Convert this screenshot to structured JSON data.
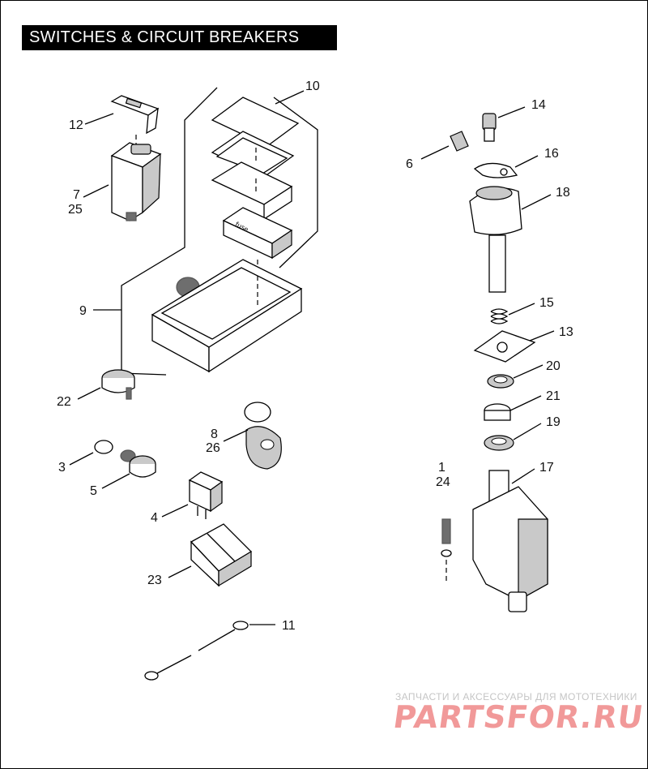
{
  "title": "SWITCHES & CIRCUIT BREAKERS",
  "callouts": [
    {
      "id": "c10",
      "label": "10"
    },
    {
      "id": "c12",
      "label": "12"
    },
    {
      "id": "c7",
      "label": "7"
    },
    {
      "id": "c25",
      "label": "25"
    },
    {
      "id": "c9",
      "label": "9"
    },
    {
      "id": "c22",
      "label": "22"
    },
    {
      "id": "c3",
      "label": "3"
    },
    {
      "id": "c5",
      "label": "5"
    },
    {
      "id": "c8",
      "label": "8"
    },
    {
      "id": "c26",
      "label": "26"
    },
    {
      "id": "c4",
      "label": "4"
    },
    {
      "id": "c23",
      "label": "23"
    },
    {
      "id": "c11",
      "label": "11"
    },
    {
      "id": "c14",
      "label": "14"
    },
    {
      "id": "c6",
      "label": "6"
    },
    {
      "id": "c16",
      "label": "16"
    },
    {
      "id": "c18",
      "label": "18"
    },
    {
      "id": "c15",
      "label": "15"
    },
    {
      "id": "c13",
      "label": "13"
    },
    {
      "id": "c20",
      "label": "20"
    },
    {
      "id": "c21",
      "label": "21"
    },
    {
      "id": "c19",
      "label": "19"
    },
    {
      "id": "c1",
      "label": "1"
    },
    {
      "id": "c24",
      "label": "24"
    },
    {
      "id": "c17",
      "label": "17"
    }
  ],
  "watermark": {
    "line1": "ЗАПЧАСТИ И АКСЕССУАРЫ ДЛЯ МОТОТЕХНИКИ",
    "line2": "PARTSFOR.RU"
  }
}
